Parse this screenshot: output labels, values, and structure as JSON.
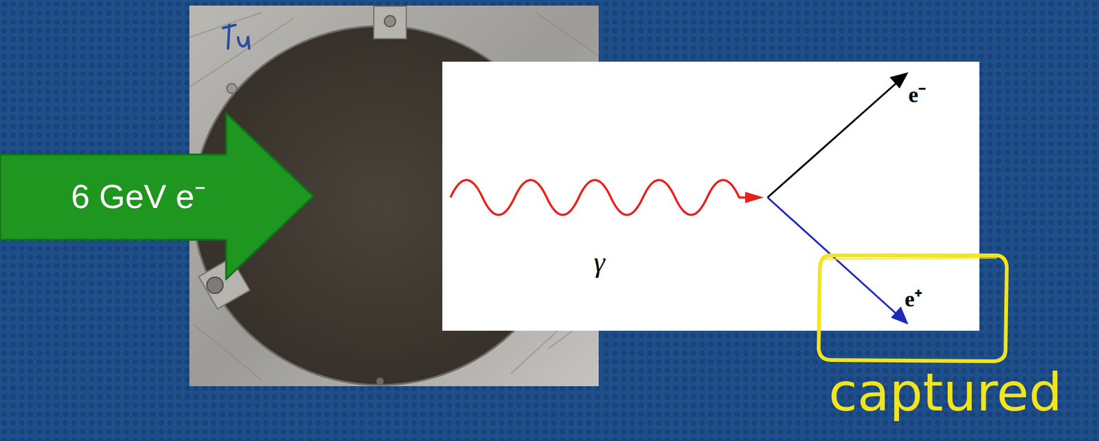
{
  "diagram": {
    "nodes": [
      {
        "text": [
          "6 GeV e⁻"
        ]
      }
    ],
    "labels": [
      "γ",
      "e⁻",
      "e⁺",
      "captured"
    ]
  }
}
